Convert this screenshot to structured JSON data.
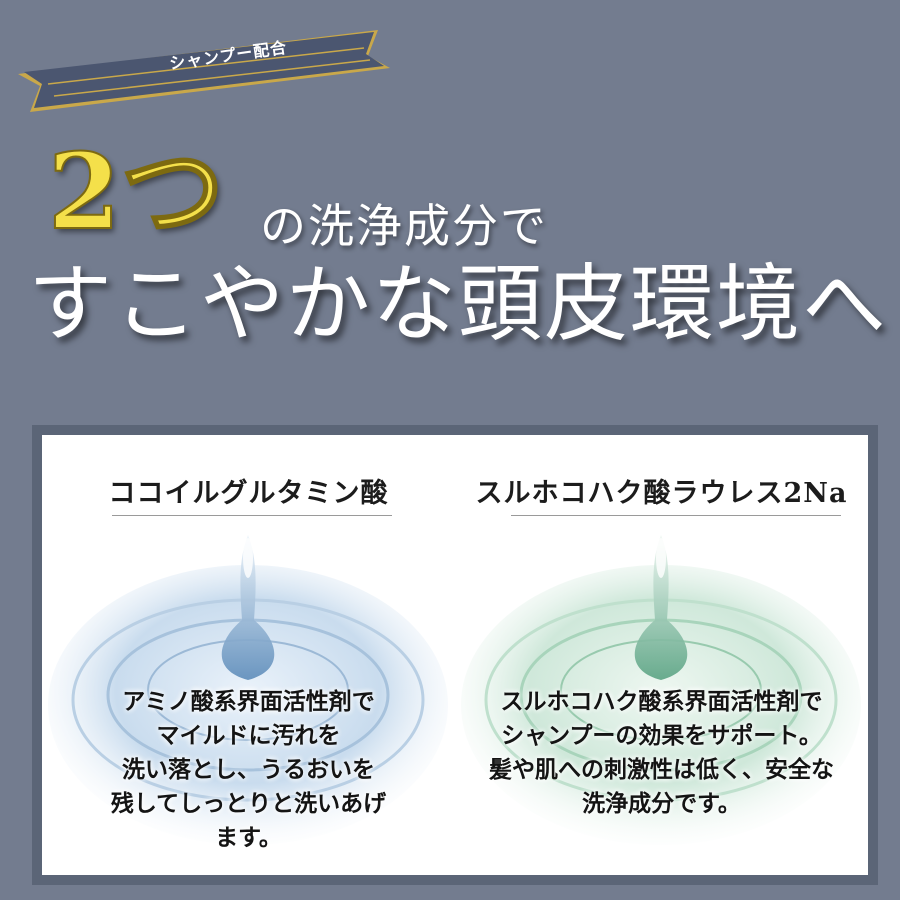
{
  "badge": {
    "label": "シャンプー配合"
  },
  "headline": {
    "number": "2つ",
    "line1_rest": "の洗浄成分で",
    "line2": "すこやかな頭皮環境へ"
  },
  "ingredients": [
    {
      "name": "ココイルグルタミン酸",
      "description_lines": [
        "アミノ酸系界面活性剤で",
        "マイルドに汚れを",
        "洗い落とし、うるおいを",
        "残してしっとりと洗いあげ",
        "ます。"
      ],
      "accent_color": "#7fa6c9"
    },
    {
      "name": "スルホコハク酸ラウレス2Na",
      "description_lines": [
        "スルホコハク酸系界面活性剤で",
        "シャンプーの効果をサポート。",
        "髪や肌への刺激性は低く、安全な",
        "洗浄成分です。"
      ],
      "accent_color": "#8fc4a9"
    }
  ],
  "colors": {
    "background": "#737c8f",
    "ribbon": "#4b5670",
    "ribbon_trim": "#c9a84a",
    "number": "#f4e04a",
    "panel_border": "#5b6577"
  },
  "icons": [
    "water-drop-splash-icon"
  ]
}
